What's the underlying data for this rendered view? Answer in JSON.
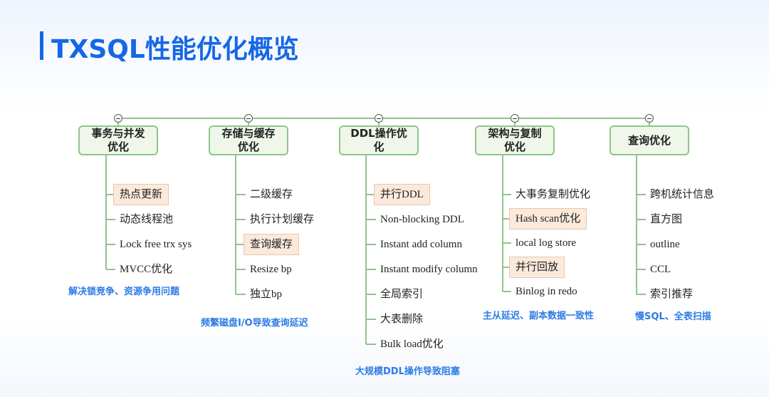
{
  "title": "TXSQL性能优化概览",
  "colors": {
    "accent": "#1667e6",
    "node_border": "#8fc58a",
    "node_fill": "#eef7e9",
    "highlight_fill": "#fbeadb",
    "note": "#2c7be5"
  },
  "categories": [
    {
      "label": "事务与并发\n优化",
      "items": [
        {
          "text": "热点更新",
          "highlighted": true
        },
        {
          "text": "动态线程池",
          "highlighted": false
        },
        {
          "text": "Lock free trx sys",
          "highlighted": false
        },
        {
          "text": "MVCC优化",
          "highlighted": false
        }
      ],
      "note": "解决锁竞争、资源争用问题"
    },
    {
      "label": "存储与缓存\n优化",
      "items": [
        {
          "text": "二级缓存",
          "highlighted": false
        },
        {
          "text": "执行计划缓存",
          "highlighted": false
        },
        {
          "text": "查询缓存",
          "highlighted": true
        },
        {
          "text": "Resize bp",
          "highlighted": false
        },
        {
          "text": "独立bp",
          "highlighted": false
        }
      ],
      "note": "频繁磁盘I/O导致查询延迟"
    },
    {
      "label": "DDL操作优\n化",
      "items": [
        {
          "text": "并行DDL",
          "highlighted": true
        },
        {
          "text": "Non-blocking DDL",
          "highlighted": false
        },
        {
          "text": "Instant add column",
          "highlighted": false
        },
        {
          "text": "Instant modify column",
          "highlighted": false
        },
        {
          "text": "全局索引",
          "highlighted": false
        },
        {
          "text": "大表删除",
          "highlighted": false
        },
        {
          "text": "Bulk load优化",
          "highlighted": false
        }
      ],
      "note": "大规模DDL操作导致阻塞"
    },
    {
      "label": "架构与复制\n优化",
      "items": [
        {
          "text": "大事务复制优化",
          "highlighted": false
        },
        {
          "text": "Hash scan优化",
          "highlighted": true
        },
        {
          "text": "local log store",
          "highlighted": false
        },
        {
          "text": "并行回放",
          "highlighted": true
        },
        {
          "text": "Binlog in redo",
          "highlighted": false
        }
      ],
      "note": "主从延迟、副本数据一致性"
    },
    {
      "label": "查询优化",
      "items": [
        {
          "text": "跨机统计信息",
          "highlighted": false
        },
        {
          "text": "直方图",
          "highlighted": false
        },
        {
          "text": "outline",
          "highlighted": false
        },
        {
          "text": "CCL",
          "highlighted": false
        },
        {
          "text": "索引推荐",
          "highlighted": false
        }
      ],
      "note": "慢SQL、全表扫描"
    }
  ]
}
